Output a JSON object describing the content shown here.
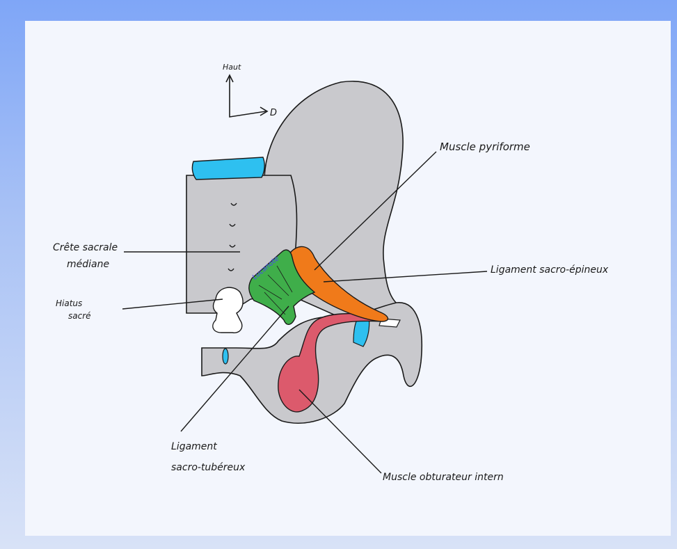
{
  "orientation": {
    "up_label": "Haut",
    "right_label": "D"
  },
  "labels": {
    "piriformis": "Muscle pyriforme",
    "crest_line1": "Crête sacrale",
    "crest_line2": "médiane",
    "sacrospinous": "Ligament sacro-épineux",
    "hiatus_line1": "Hiatus",
    "hiatus_line2": "sacré",
    "sacrotuberous_line1": "Ligament",
    "sacrotuberous_line2": "sacro-tubéreux",
    "obturator": "Muscle obturateur intern",
    "signature": "Lucanote"
  },
  "colors": {
    "bone": "#c9c9cd",
    "cartilage_blue": "#2ec0f0",
    "piriformis_orange": "#f07a1a",
    "ligament_green": "#3fae4a",
    "obturator_red": "#dc5a6c",
    "outline": "#1a1a1a"
  }
}
